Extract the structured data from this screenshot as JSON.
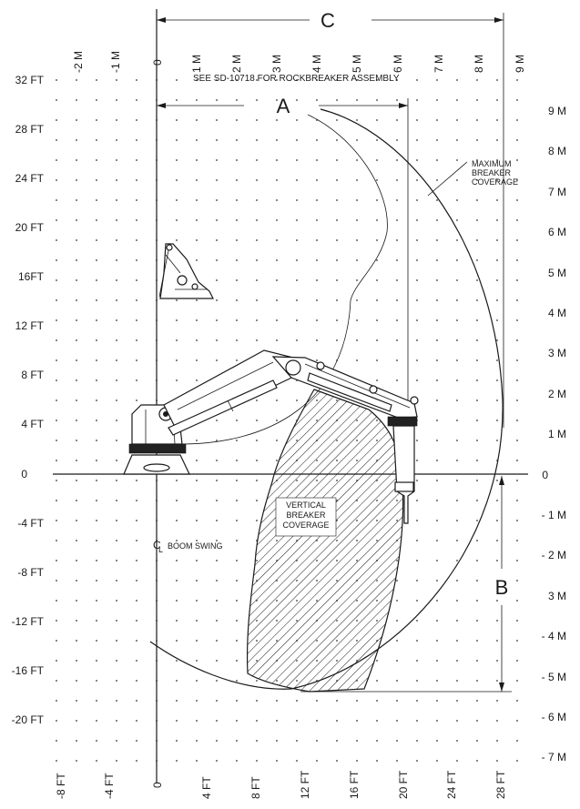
{
  "dimensions": {
    "A": "A",
    "B": "B",
    "C": "C"
  },
  "notes": {
    "assembly": "SEE SD-10718 FOR ROCKBREAKER ASSEMBLY",
    "max_coverage": [
      "MAXIMUM",
      "BREAKER",
      "COVERAGE"
    ],
    "vertical_coverage": [
      "VERTICAL",
      "BREAKER",
      "COVERAGE"
    ],
    "boom_swing": "BOOM SWING",
    "centerline_mark": "C",
    "centerline_sub": "L"
  },
  "axes": {
    "left_ft": [
      "32 FT",
      "28 FT",
      "24 FT",
      "20 FT",
      "16FT",
      "12 FT",
      "8 FT",
      "4 FT",
      "0",
      "-4 FT",
      "-8 FT",
      "-12 FT",
      "-16 FT",
      "-20 FT"
    ],
    "right_m": [
      "9 M",
      "8 M",
      "7 M",
      "6 M",
      "5 M",
      "4 M",
      "3 M",
      "2 M",
      "1 M",
      "0",
      "- 1 M",
      "- 2 M",
      "3 M",
      "- 4 M",
      "- 5 M",
      "- 6 M",
      "- 7 M"
    ],
    "top_m": [
      "-2 M",
      "-1 M",
      "0",
      "1 M",
      "2 M",
      "3 M",
      "4 M",
      "5 M",
      "6 M",
      "7 M",
      "8 M",
      "9 M"
    ],
    "bottom_ft": [
      "-8 FT",
      "-4 FT",
      "0",
      "4 FT",
      "8 FT",
      "12 FT",
      "16 FT",
      "20 FT",
      "24 FT",
      "28 FT"
    ]
  }
}
